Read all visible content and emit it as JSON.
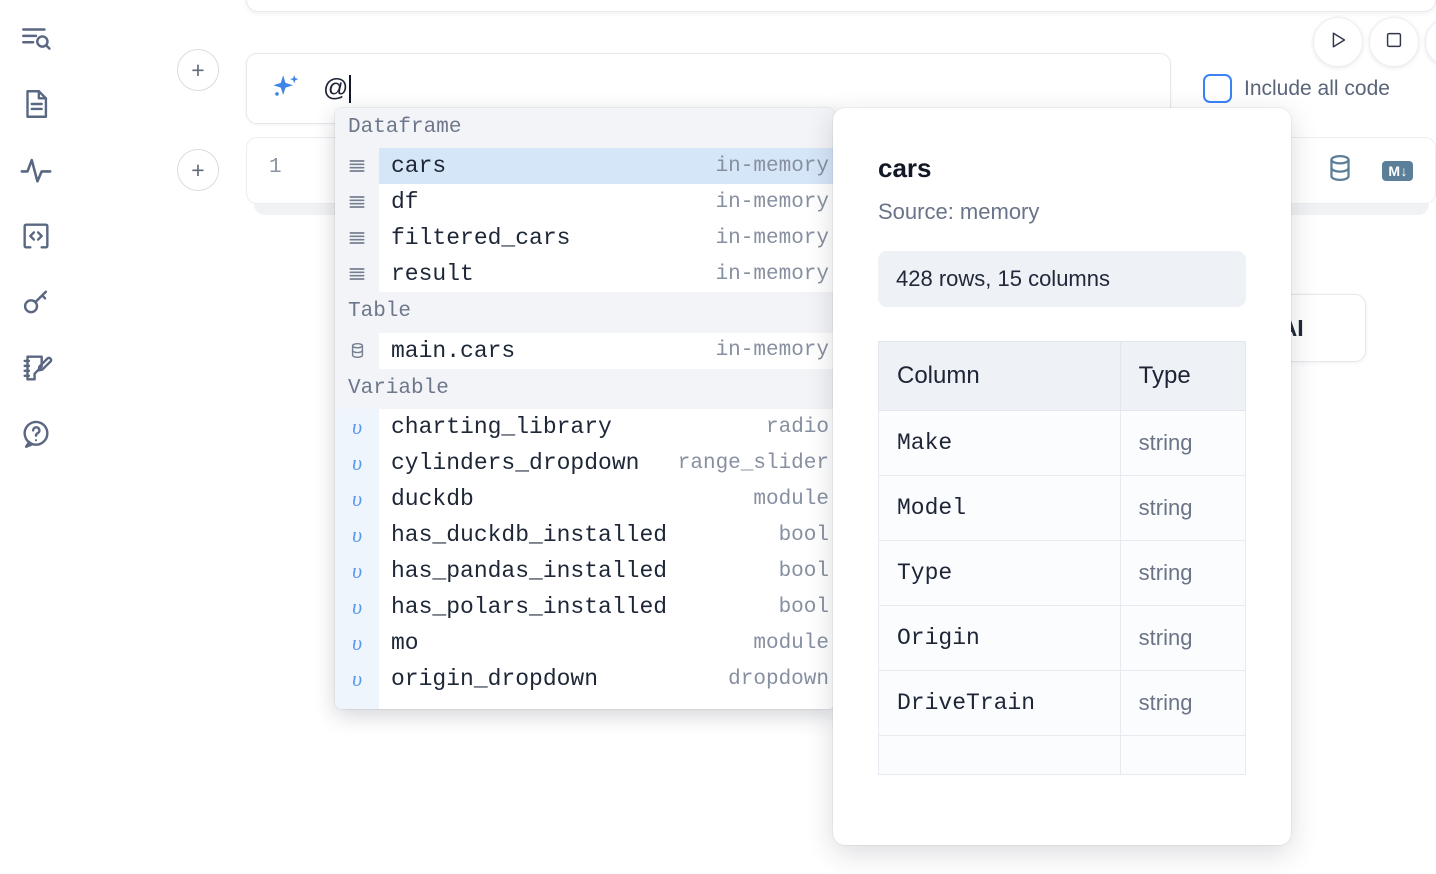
{
  "sidebar": {
    "items": [
      {
        "icon": "outline-search-icon",
        "name": "sidebar-item-outline"
      },
      {
        "icon": "document-icon",
        "name": "sidebar-item-files"
      },
      {
        "icon": "activity-pulse-icon",
        "name": "sidebar-item-activity"
      },
      {
        "icon": "code-brackets-icon",
        "name": "sidebar-item-snippets"
      },
      {
        "icon": "key-icon",
        "name": "sidebar-item-secrets"
      },
      {
        "icon": "notebook-pencil-icon",
        "name": "sidebar-item-scratchpad"
      },
      {
        "icon": "help-question-icon",
        "name": "sidebar-item-help"
      }
    ]
  },
  "toolbar": {
    "run_label": "▷",
    "stop_label": "□",
    "include_all_code_label": "Include all code",
    "include_all_code_checked": false,
    "accent_color": "#3b82f6"
  },
  "ai_prompt": {
    "icon": "sparkle-icon",
    "value": "@",
    "placeholder": ""
  },
  "add_buttons": {
    "label": "+"
  },
  "code_cell": {
    "line_number": "1",
    "code": "",
    "icons": [
      {
        "name": "database-icon",
        "label": ""
      },
      {
        "name": "markdown-icon",
        "label": "M↓"
      }
    ]
  },
  "ai_chip": {
    "label": "h AI"
  },
  "autocomplete": {
    "sections": [
      {
        "title": "Dataframe",
        "icon": "dataframe-rows-icon",
        "items": [
          {
            "label": "cars",
            "meta": "in-memory",
            "selected": true
          },
          {
            "label": "df",
            "meta": "in-memory",
            "selected": false
          },
          {
            "label": "filtered_cars",
            "meta": "in-memory",
            "selected": false
          },
          {
            "label": "result",
            "meta": "in-memory",
            "selected": false
          }
        ]
      },
      {
        "title": "Table",
        "icon": "database-icon",
        "items": [
          {
            "label": "main.cars",
            "meta": "in-memory",
            "selected": false
          }
        ]
      },
      {
        "title": "Variable",
        "icon": "variable-icon",
        "items": [
          {
            "label": "charting_library",
            "meta": "radio",
            "selected": false
          },
          {
            "label": "cylinders_dropdown",
            "meta": "range_slider",
            "selected": false
          },
          {
            "label": "duckdb",
            "meta": "module",
            "selected": false
          },
          {
            "label": "has_duckdb_installed",
            "meta": "bool",
            "selected": false
          },
          {
            "label": "has_pandas_installed",
            "meta": "bool",
            "selected": false
          },
          {
            "label": "has_polars_installed",
            "meta": "bool",
            "selected": false
          },
          {
            "label": "mo",
            "meta": "module",
            "selected": false
          },
          {
            "label": "origin_dropdown",
            "meta": "dropdown",
            "selected": false
          },
          {
            "label": "",
            "meta": "",
            "selected": false
          }
        ]
      }
    ]
  },
  "preview": {
    "title": "cars",
    "source": "Source: memory",
    "shape": "428 rows, 15 columns",
    "table": {
      "headers": [
        "Column",
        "Type"
      ],
      "rows": [
        [
          "Make",
          "string"
        ],
        [
          "Model",
          "string"
        ],
        [
          "Type",
          "string"
        ],
        [
          "Origin",
          "string"
        ],
        [
          "DriveTrain",
          "string"
        ],
        [
          "",
          ""
        ]
      ]
    }
  }
}
